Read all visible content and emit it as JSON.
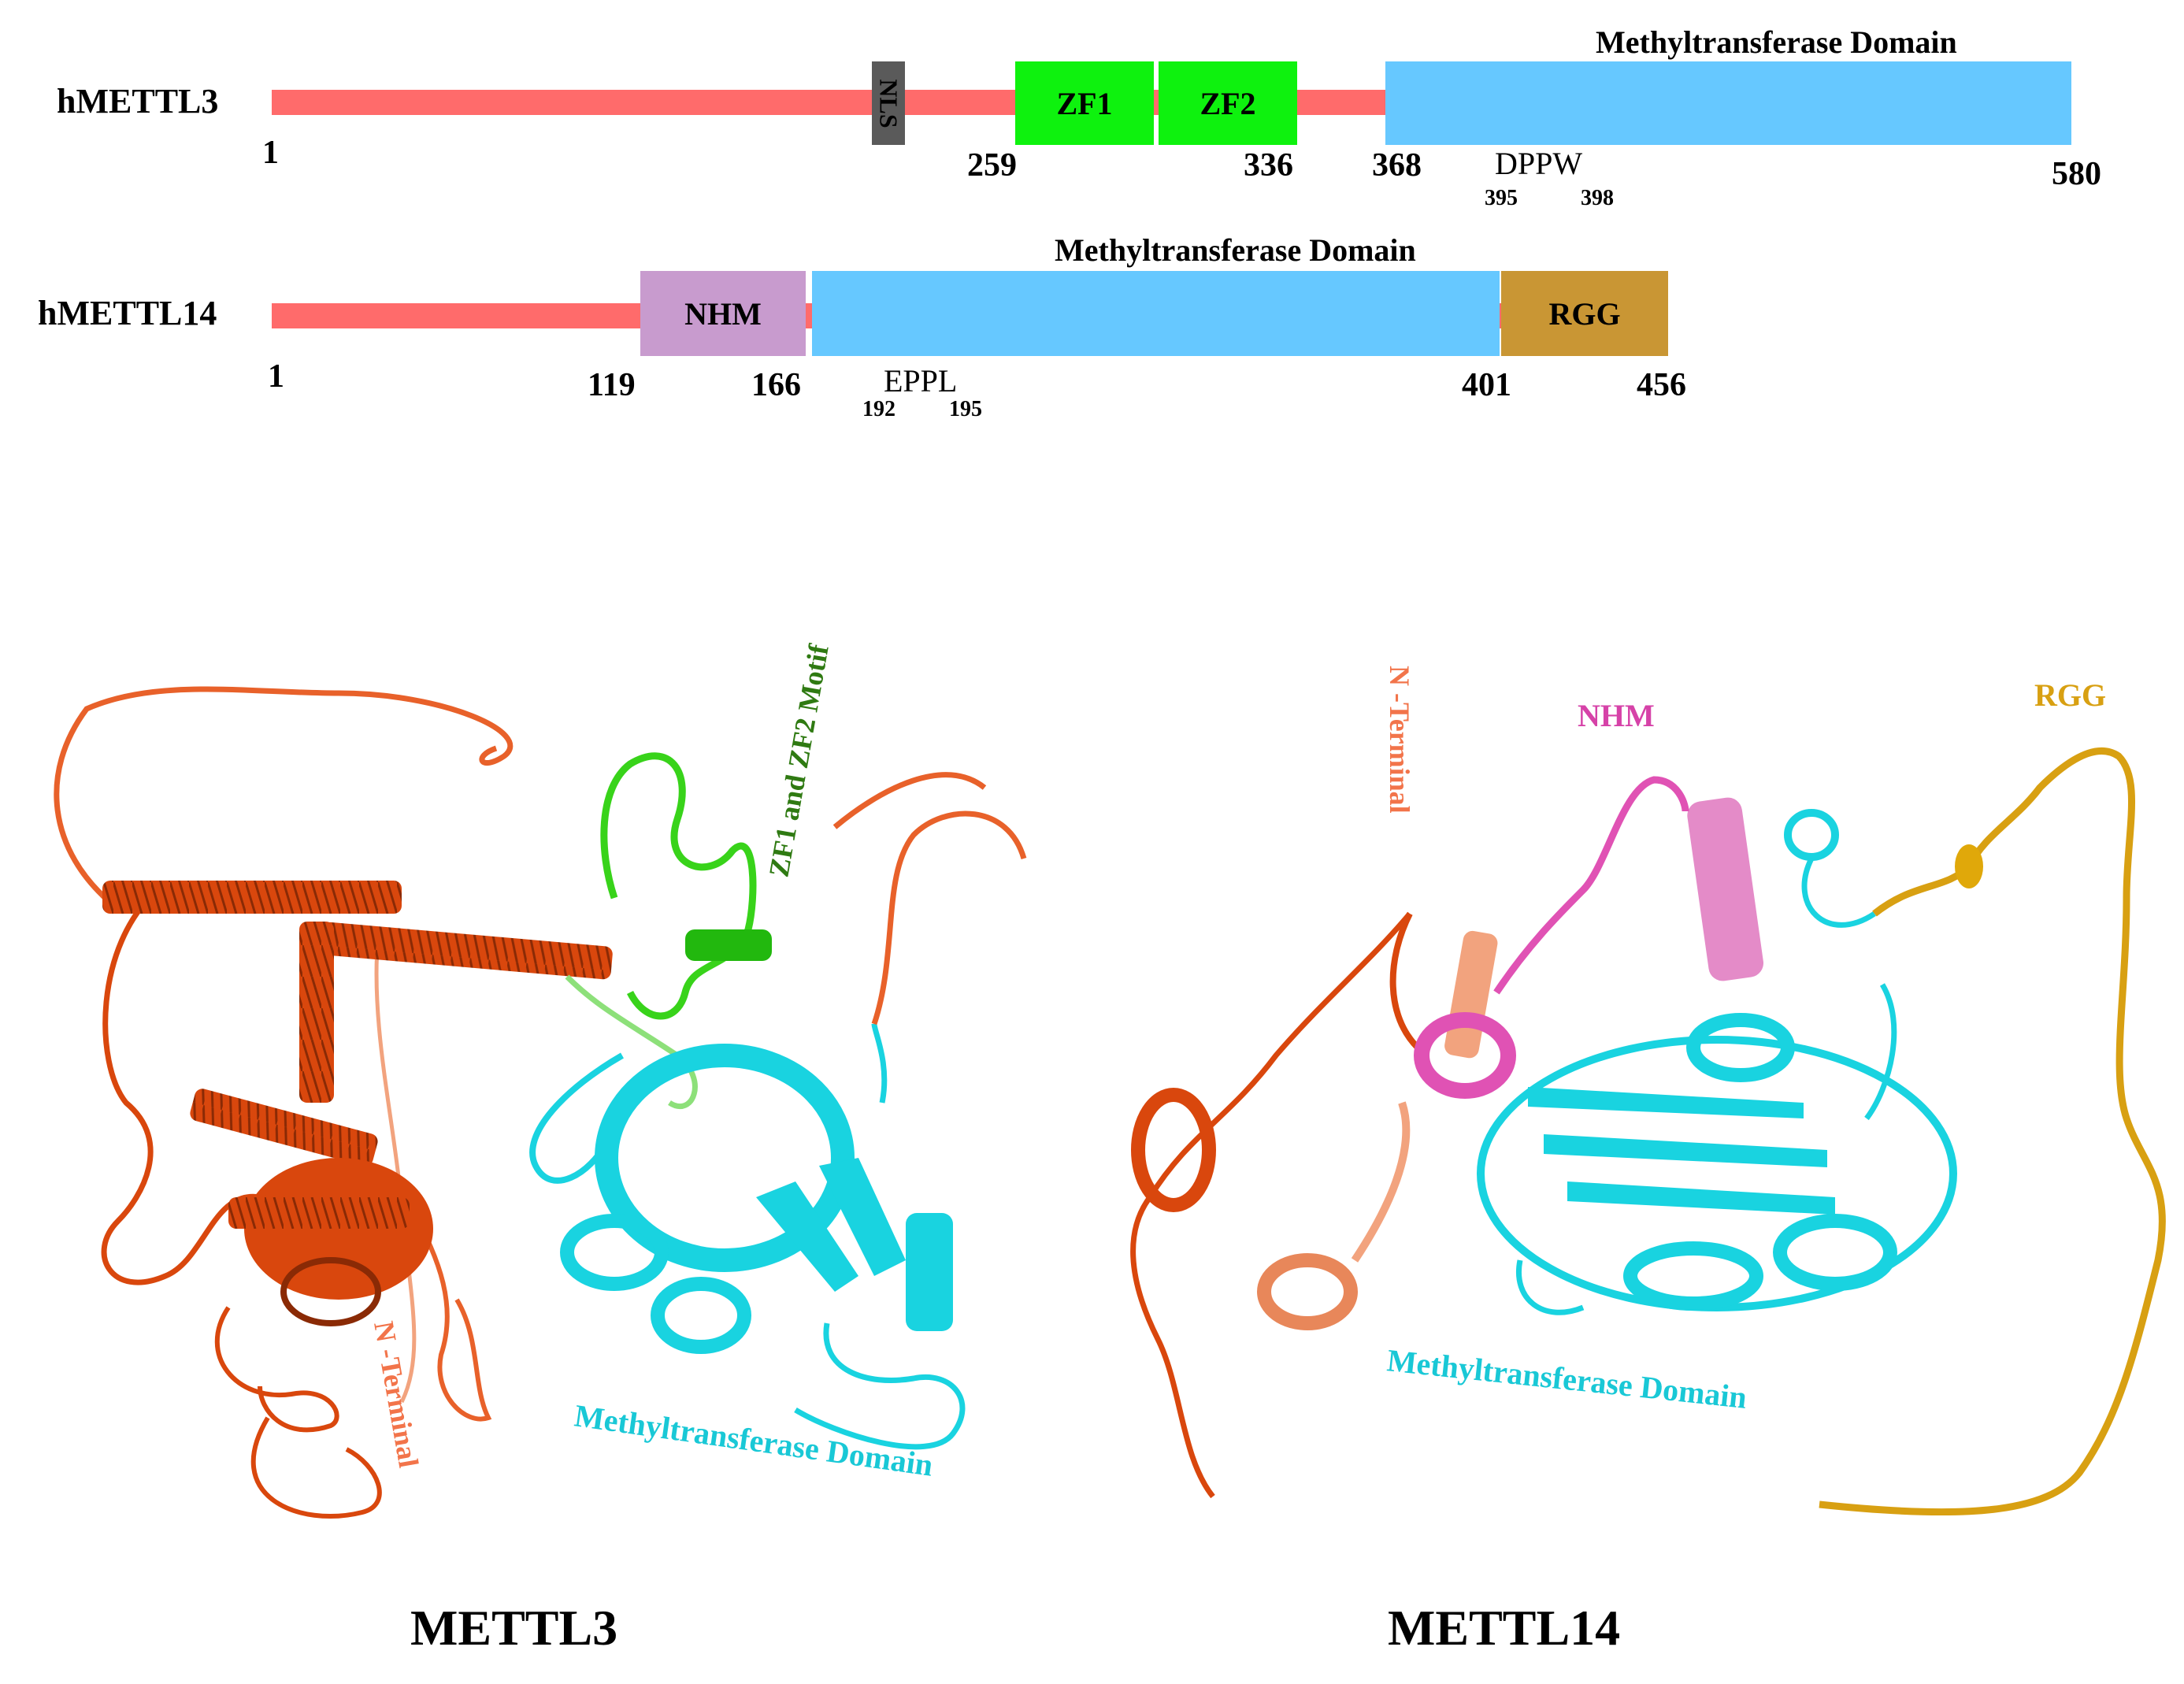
{
  "colors": {
    "backbone": "#ff6b6b",
    "nls": "#5a5a5a",
    "zf": "#0ef20e",
    "mtase": "#66c8ff",
    "nhm": "#c89bce",
    "rgg": "#c99634",
    "n_terminal_dark": "#d9470d",
    "n_terminal_light": "#f2a37e",
    "zf_structure": "#38d31a",
    "mtase_structure": "#19d3e0",
    "nhm_structure": "#e052b4",
    "rgg_structure": "#d8a012"
  },
  "mettl3_map": {
    "name": "hMETTL3",
    "nls_label": "NLS",
    "zf1_label": "ZF1",
    "zf2_label": "ZF2",
    "mtase_label": "Methyltransferase Domain",
    "positions": {
      "start": "1",
      "zf_start": "259",
      "zf_end": "336",
      "mtase_start": "368",
      "end": "580"
    },
    "motif": {
      "label": "DPPW",
      "start": "395",
      "end": "398"
    }
  },
  "mettl14_map": {
    "name": "hMETTL14",
    "nhm_label": "NHM",
    "rgg_label": "RGG",
    "mtase_label": "Methyltransferase Domain",
    "positions": {
      "start": "1",
      "nhm_start": "119",
      "nhm_end": "166",
      "mtase_end": "401",
      "end": "456"
    },
    "motif": {
      "label": "EPPL",
      "start": "192",
      "end": "195"
    }
  },
  "structure_labels": {
    "mettl3_zf": "ZF1 and ZF2 Motif",
    "mettl3_nterm": "N -Terminal",
    "mettl3_mtase": "Methyltransferase Domain",
    "mettl14_nterm": "N -Terminal",
    "mettl14_nhm": "NHM",
    "mettl14_rgg": "RGG",
    "mettl14_mtase": "Methyltransferase Domain"
  },
  "captions": {
    "mettl3": "METTL3",
    "mettl14": "METTL14"
  }
}
